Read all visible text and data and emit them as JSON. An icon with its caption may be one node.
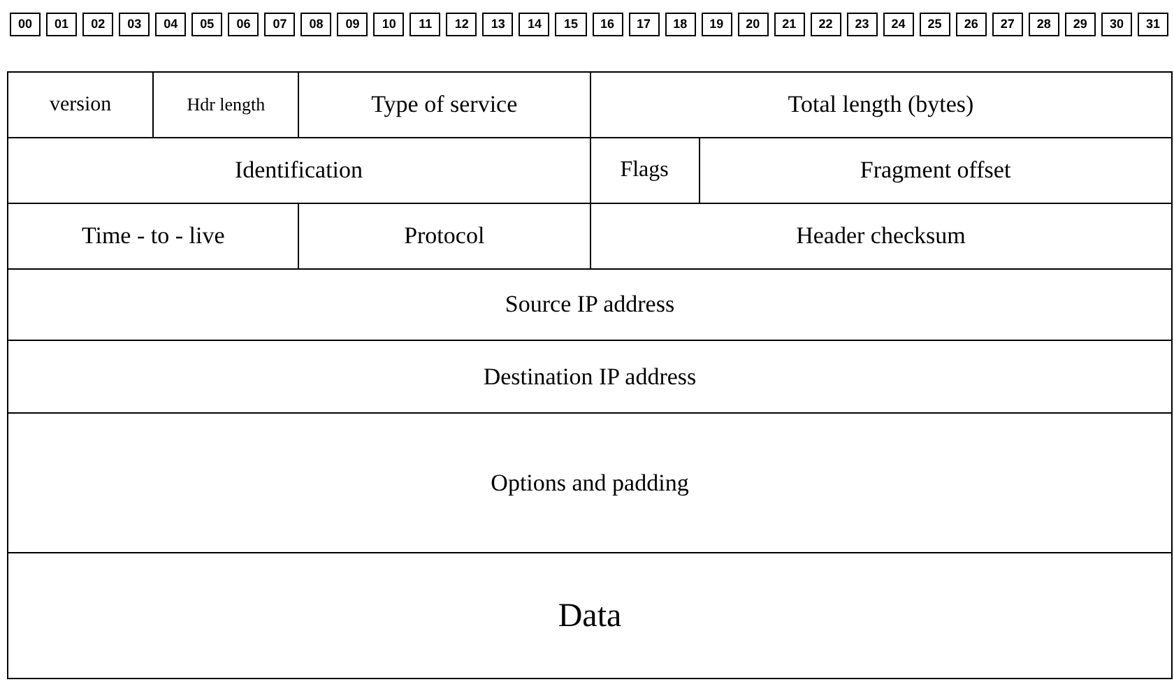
{
  "diagram": {
    "nodes": [
      {
        "text": [
          "version"
        ]
      },
      {
        "text": [
          "Hdr length"
        ]
      },
      {
        "text": [
          "Type of service"
        ]
      },
      {
        "text": [
          "Total length (bytes)"
        ]
      },
      {
        "text": [
          "Identification"
        ]
      },
      {
        "text": [
          "Flags"
        ]
      },
      {
        "text": [
          "Fragment offset"
        ]
      },
      {
        "text": [
          "Time - to - live"
        ]
      },
      {
        "text": [
          "Protocol"
        ]
      },
      {
        "text": [
          "Header checksum"
        ]
      },
      {
        "text": [
          "Source IP address"
        ]
      },
      {
        "text": [
          "Destination IP address"
        ]
      },
      {
        "text": [
          "Options and padding"
        ]
      },
      {
        "text": [
          "Data"
        ]
      }
    ],
    "labels": [
      "00",
      "01",
      "02",
      "03",
      "04",
      "05",
      "06",
      "07",
      "08",
      "09",
      "10",
      "11",
      "12",
      "13",
      "14",
      "15",
      "16",
      "17",
      "18",
      "19",
      "20",
      "21",
      "22",
      "23",
      "24",
      "25",
      "26",
      "27",
      "28",
      "29",
      "30",
      "31"
    ]
  }
}
